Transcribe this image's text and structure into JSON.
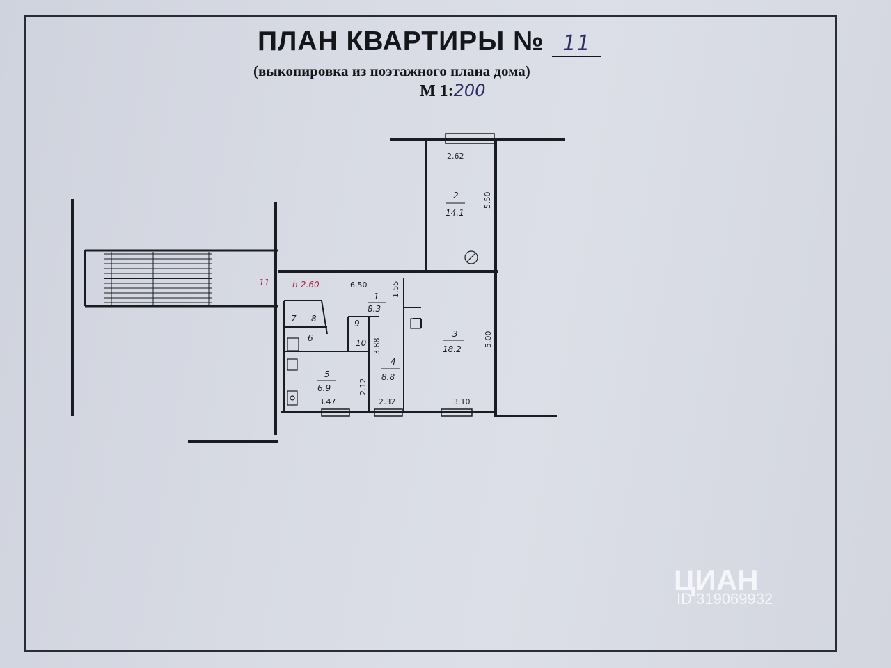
{
  "header": {
    "title": "ПЛАН КВАРТИРЫ №",
    "apartment_number": "11",
    "subtitle": "(выкопировка из поэтажного плана дома)",
    "scale_prefix": "М 1:",
    "scale_value": "200"
  },
  "plan": {
    "ceiling_height": "h-2.60",
    "entry_mark": "11",
    "dimensions": {
      "room2_width": "2.62",
      "room2_length": "5.50",
      "hall_width": "6.50",
      "hall_depth": "1.55",
      "room3_length": "5.00",
      "room4_length": "3.88",
      "kitchen_depth": "2.12",
      "kitchen_width": "3.47",
      "room4_width": "2.32",
      "room3_width": "3.10"
    },
    "rooms": [
      {
        "number": "1",
        "area": "8.3"
      },
      {
        "number": "2",
        "area": "14.1"
      },
      {
        "number": "3",
        "area": "18.2"
      },
      {
        "number": "4",
        "area": "8.8"
      },
      {
        "number": "5",
        "area": "6.9"
      },
      {
        "number": "6",
        "area": ""
      },
      {
        "number": "7",
        "area": ""
      },
      {
        "number": "8",
        "area": ""
      },
      {
        "number": "9",
        "area": ""
      },
      {
        "number": "10",
        "area": ""
      }
    ]
  },
  "watermark": {
    "brand": "ЦИАН",
    "id": "ID 319069932"
  },
  "colors": {
    "ink": "#15161a",
    "handwriting": "#2b2d66",
    "red_ink": "#b3233a"
  }
}
